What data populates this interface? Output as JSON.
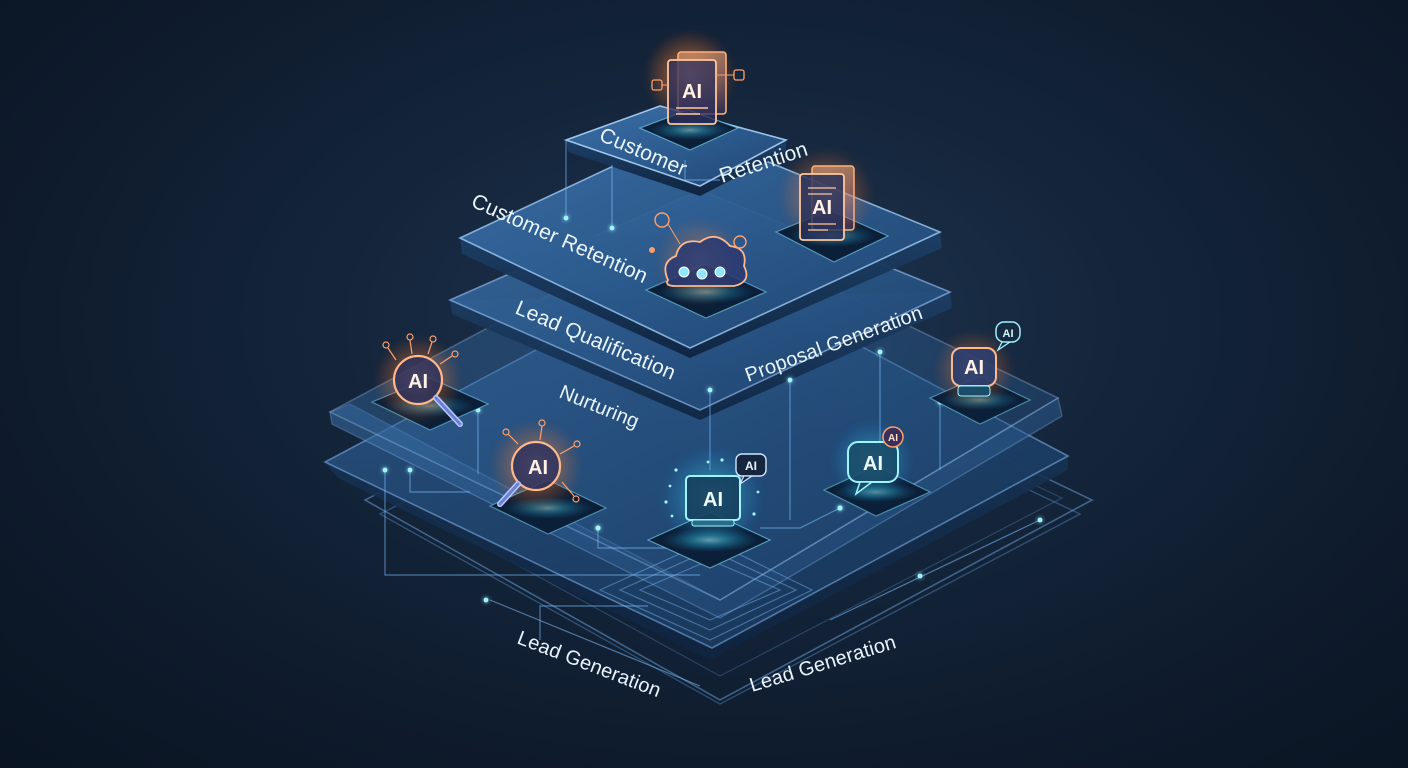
{
  "layers": {
    "top_left": "Customer",
    "top_right": "Retention",
    "retention": "Customer Retention",
    "qualification": "Lead Qualification",
    "proposal": "Proposal Generation",
    "nurturing": "Nurturing",
    "generation_left": "Lead Generation",
    "generation_right": "Lead Generation"
  },
  "badges": {
    "top_document": "AI",
    "right_document": "AI",
    "search_left": "AI",
    "search_mid": "AI",
    "center_screen": "AI",
    "center_bubble": "AI",
    "bubble_right": "AI",
    "bubble_right_small": "AI",
    "robot_right": "AI",
    "robot_right_small": "AI"
  },
  "colors": {
    "background": "#0e1b2c",
    "layer_fill": "#2f5f94",
    "layer_edge": "#8fc3ff",
    "accent_orange": "#ff8a3c",
    "accent_cyan": "#5ff3ff"
  }
}
